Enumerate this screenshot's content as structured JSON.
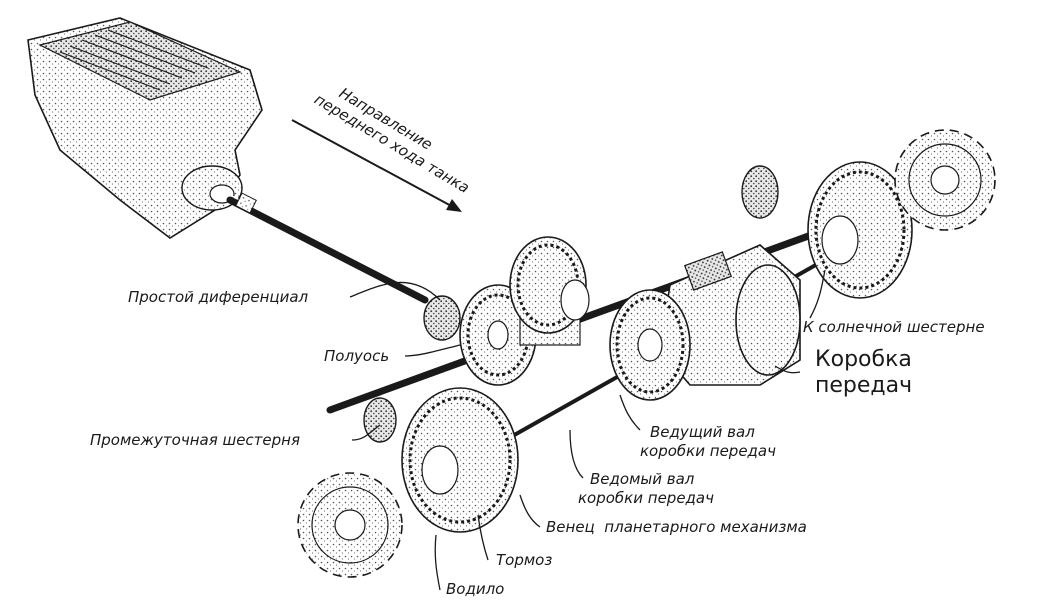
{
  "labels": {
    "direction_line1": "Направление",
    "direction_line2": "переднего хода танка",
    "simple_differential": "Простой диференциал",
    "half_axle": "Полуось",
    "intermediate_gear": "Промежуточная шестерня",
    "to_sun_gear": "К солнечной шестерне",
    "gearbox_line1": "Коробка",
    "gearbox_line2": "передач",
    "drive_shaft_line1": "Ведущий вал",
    "drive_shaft_line2": "коробки передач",
    "driven_shaft_line1": "Ведомый вал",
    "driven_shaft_line2": "коробки передач",
    "planetary_ring": "Венец  планетарного механизма",
    "brake": "Тормоз",
    "carrier": "Водило"
  },
  "colors": {
    "ink": "#1a1a1a",
    "paper": "#ffffff",
    "shade": "#bdbdbd"
  }
}
